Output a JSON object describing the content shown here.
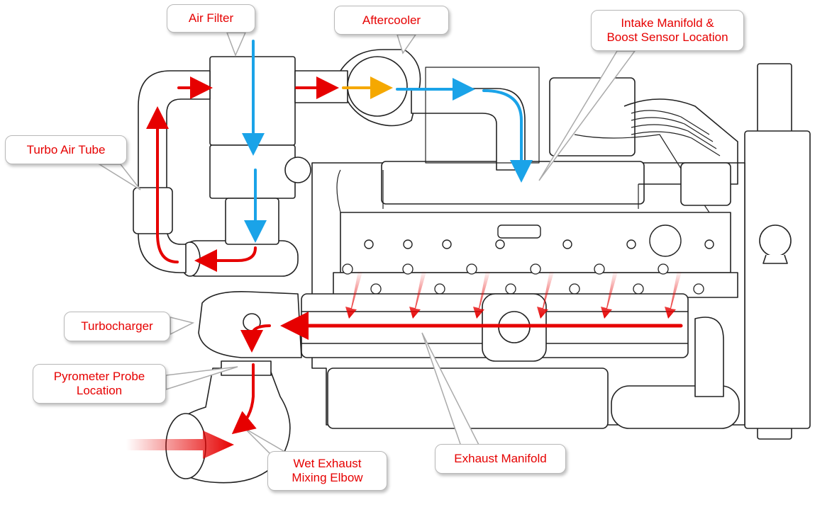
{
  "labels": {
    "air_filter": "Air Filter",
    "aftercooler": "Aftercooler",
    "intake_manifold_line1": "Intake Manifold &",
    "intake_manifold_line2": "Boost Sensor Location",
    "turbo_air_tube": "Turbo Air Tube",
    "turbocharger": "Turbocharger",
    "pyrometer_line1": "Pyrometer Probe",
    "pyrometer_line2": "Location",
    "wet_exhaust_line1": "Wet Exhaust",
    "wet_exhaust_line2": "Mixing Elbow",
    "exhaust_manifold": "Exhaust Manifold"
  },
  "colors": {
    "hot_exhaust": "#e60000",
    "intake_air": "#1aa3e8",
    "cooled_air": "#f5a800",
    "callout_text": "#e60000",
    "line_art": "#222222"
  }
}
